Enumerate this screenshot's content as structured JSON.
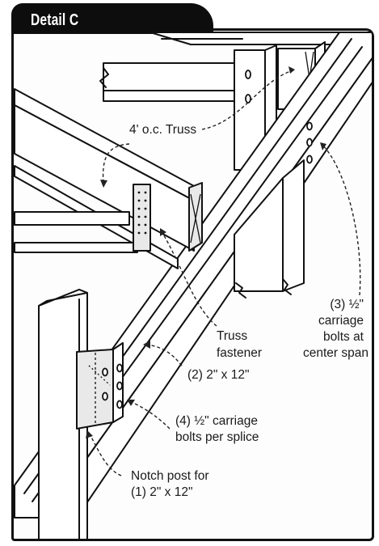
{
  "title": "Detail C",
  "labels": {
    "truss": "4' o.c. Truss",
    "bolts_center_line1": "(3) ½\"",
    "bolts_center_line2": "carriage",
    "bolts_center_line3": "bolts at",
    "bolts_center_line4": "center span",
    "fastener_line1": "Truss",
    "fastener_line2": "fastener",
    "beam": "(2) 2\" x 12\"",
    "splice_line1": "(4) ½\" carriage",
    "splice_line2": "bolts per splice",
    "notch_line1": "Notch post for",
    "notch_line2": "(1) 2\" x 12\""
  }
}
